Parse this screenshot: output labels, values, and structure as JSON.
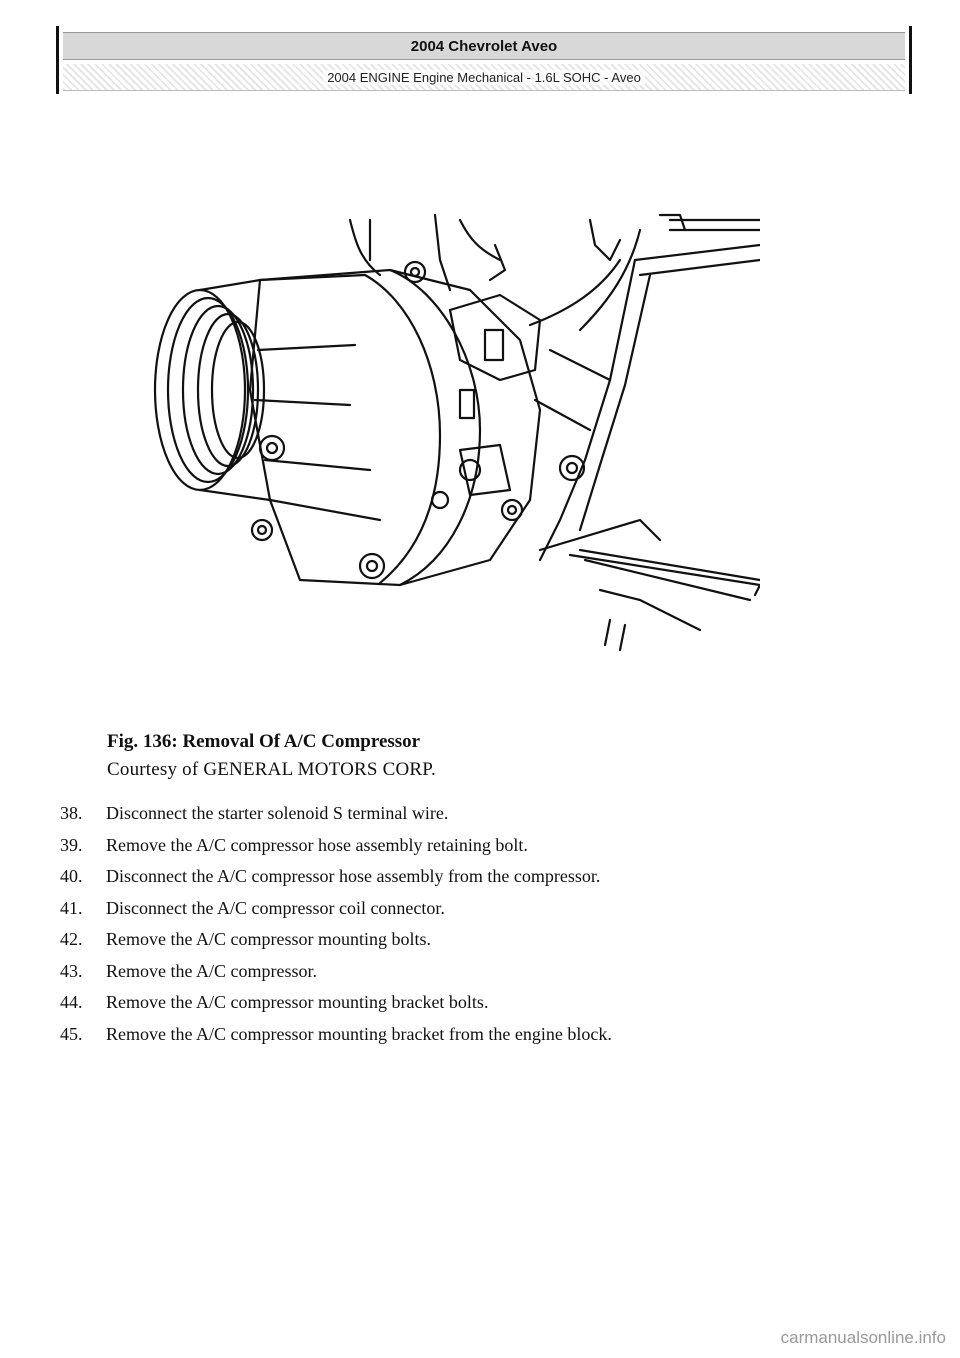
{
  "header": {
    "title": "2004 Chevrolet Aveo",
    "subtitle": "2004 ENGINE Engine Mechanical - 1.6L SOHC - Aveo"
  },
  "figure": {
    "caption_title": "Fig. 136: Removal Of A/C Compressor",
    "caption_credit": "Courtesy of GENERAL MOTORS CORP."
  },
  "steps": [
    {
      "num": "38.",
      "text": "Disconnect the starter solenoid S terminal wire."
    },
    {
      "num": "39.",
      "text": "Remove the A/C compressor hose assembly retaining bolt."
    },
    {
      "num": "40.",
      "text": "Disconnect the A/C compressor hose assembly from the compressor."
    },
    {
      "num": "41.",
      "text": "Disconnect the A/C compressor coil connector."
    },
    {
      "num": "42.",
      "text": "Remove the A/C compressor mounting bolts."
    },
    {
      "num": "43.",
      "text": "Remove the A/C compressor."
    },
    {
      "num": "44.",
      "text": "Remove the A/C compressor mounting bracket bolts."
    },
    {
      "num": "45.",
      "text": "Remove the A/C compressor mounting bracket from the engine block."
    }
  ],
  "watermark": "carmanualsonline.info"
}
